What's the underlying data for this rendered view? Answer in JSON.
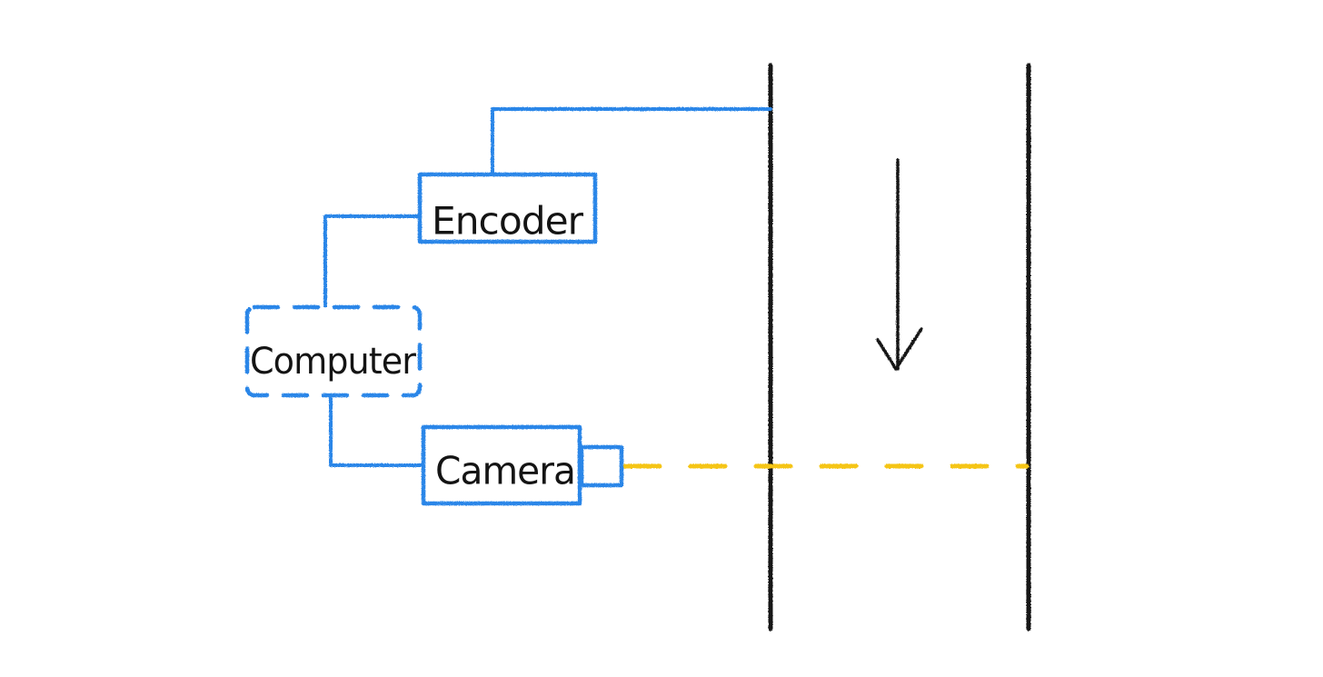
{
  "diagram": {
    "labels": {
      "encoder": "Encoder",
      "computer": "Computer",
      "camera": "Camera"
    },
    "colors": {
      "background": "#ffffff",
      "component_outline": "#2a86e8",
      "connection_line": "#2a86e8",
      "conveyor_edges": "#141414",
      "motion_arrow": "#141414",
      "camera_view_line": "#f5c518",
      "label_text": "#141414"
    },
    "components": [
      {
        "name": "encoder",
        "outline": "solid-box"
      },
      {
        "name": "computer",
        "outline": "dashed-box"
      },
      {
        "name": "camera",
        "outline": "solid-box-with-lens"
      }
    ],
    "motion_direction": "down"
  }
}
